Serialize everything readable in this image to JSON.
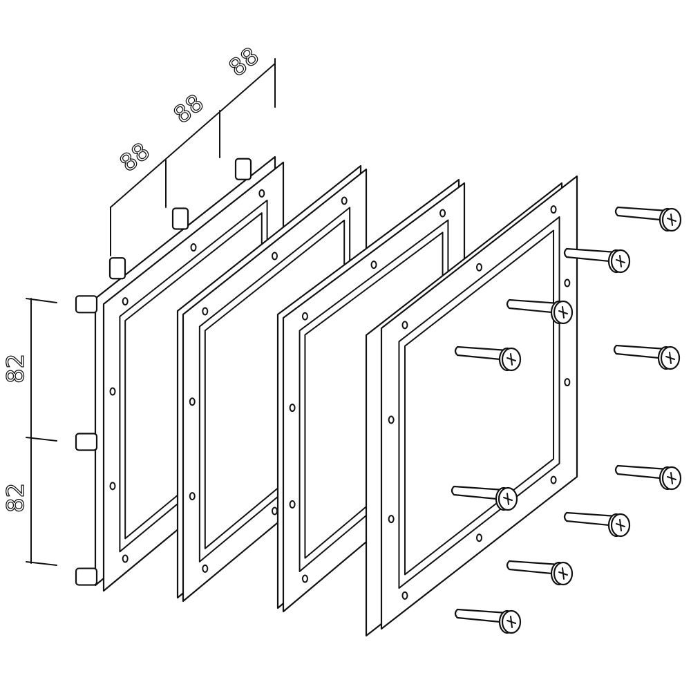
{
  "diagram": {
    "type": "exploded-assembly",
    "dimensions": {
      "depth_spacing": [
        "88",
        "88",
        "88"
      ],
      "height_spacing": [
        "82",
        "82"
      ]
    },
    "parts": {
      "frames": 4,
      "screws": 10
    },
    "colors": {
      "line": "#111111",
      "background": "#ffffff"
    }
  }
}
